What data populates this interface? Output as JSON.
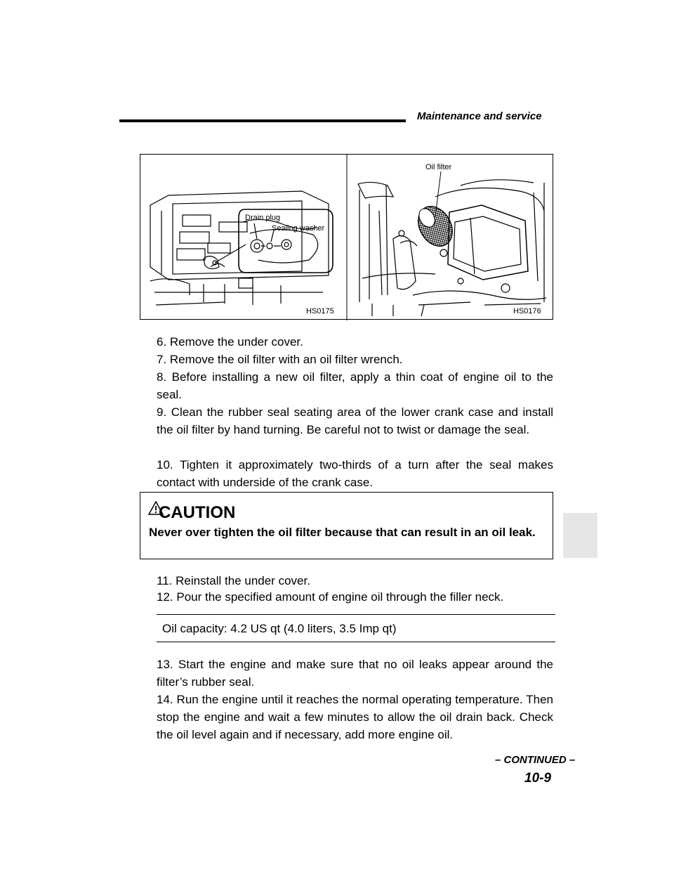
{
  "header": {
    "section_title": "Maintenance and service"
  },
  "figure": {
    "left": {
      "callout_drain_plug": "Drain plug",
      "callout_sealing_washer": "Sealing washer",
      "figure_code": "HS0175"
    },
    "right": {
      "callout_oil_filter": "Oil filter",
      "figure_code": "HS0176"
    }
  },
  "steps_a": [
    "6.  Remove the under cover.",
    "7.  Remove the oil filter with an oil filter wrench.",
    "8.  Before installing a new oil filter, apply a thin coat of engine oil to the seal.",
    "9.  Clean the rubber seal seating area of the lower crank case and install the oil filter by hand turning. Be careful not to twist or damage the seal.",
    "10. Tighten it approximately two-thirds of a turn after the seal makes contact with underside of the crank case."
  ],
  "caution": {
    "title": "CAUTION",
    "text": "Never over tighten the oil filter because that can result in an oil leak."
  },
  "steps_b": [
    "11. Reinstall the under cover.",
    "12. Pour the specified amount of engine oil through the filler neck."
  ],
  "spec": {
    "oil_capacity": "Oil capacity: 4.2 US qt (4.0 liters, 3.5 Imp qt)"
  },
  "steps_c": [
    "13. Start the engine and make sure that no oil leaks appear around the filter’s rubber seal.",
    "14. Run the engine until it reaches the normal operating temperature. Then stop the engine and wait a few minutes to allow the oil drain back. Check the oil level again and if necessary, add more engine oil."
  ],
  "footer": {
    "continued": "– CONTINUED –",
    "page_number": "10-9"
  }
}
